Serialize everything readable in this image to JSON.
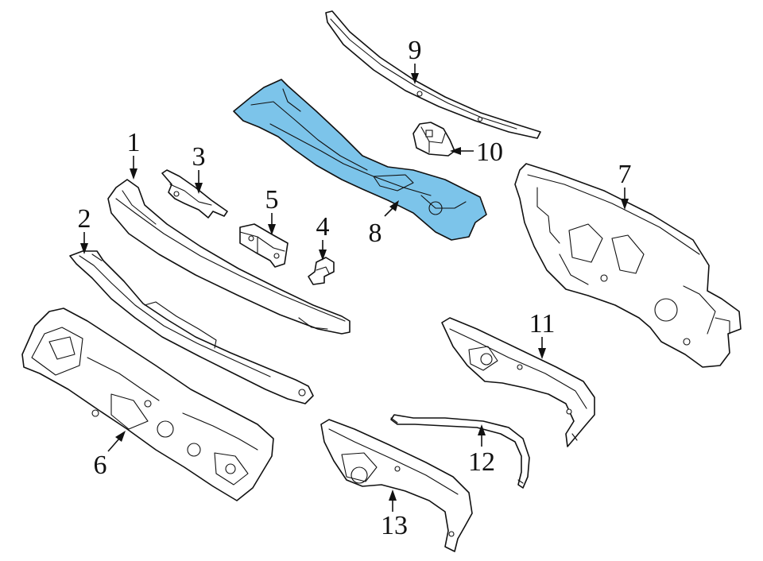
{
  "callouts": {
    "c1": "1",
    "c2": "2",
    "c3": "3",
    "c4": "4",
    "c5": "5",
    "c6": "6",
    "c7": "7",
    "c8": "8",
    "c9": "9",
    "c10": "10",
    "c11": "11",
    "c12": "12",
    "c13": "13"
  },
  "colors": {
    "highlight": "#7cc4ea",
    "line": "#111111",
    "background": "#ffffff"
  }
}
